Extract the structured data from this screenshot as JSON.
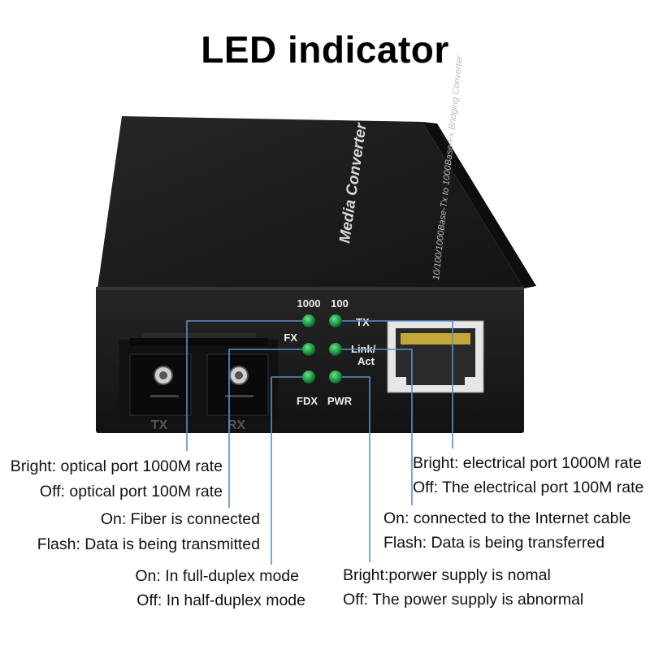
{
  "title": "LED indicator",
  "device": {
    "top_label": "Media Converter",
    "side_label": "10/100/1000Base-Tx to 1000Base-Fx Bridging Converter",
    "led_labels": {
      "speed_1000": "1000",
      "speed_100": "100",
      "tx": "TX",
      "fx": "FX",
      "link_act_line1": "Link/",
      "link_act_line2": "Act",
      "fdx": "FDX",
      "pwr": "PWR"
    },
    "port_labels": {
      "tx": "TX",
      "rx": "RX"
    },
    "led_color": "#1fa84a",
    "body_color": "#1c1c1c",
    "line_color": "#4a86c6"
  },
  "annotations": {
    "optical_rate_bright": "Bright: optical port 1000M rate",
    "optical_rate_off": "Off: optical port 100M rate",
    "fiber_on": "On: Fiber is connected",
    "fiber_flash": "Flash: Data is being transmitted",
    "duplex_on": "On: In full-duplex mode",
    "duplex_off": "Off: In half-duplex mode",
    "electrical_rate_bright": "Bright: electrical port 1000M rate",
    "electrical_rate_off": "Off: The electrical port 100M rate",
    "internet_on": "On: connected to the Internet cable",
    "internet_flash": "Flash: Data is being transferred",
    "power_bright": "Bright:porwer supply is nomal",
    "power_off": "Off: The power supply is abnormal"
  }
}
